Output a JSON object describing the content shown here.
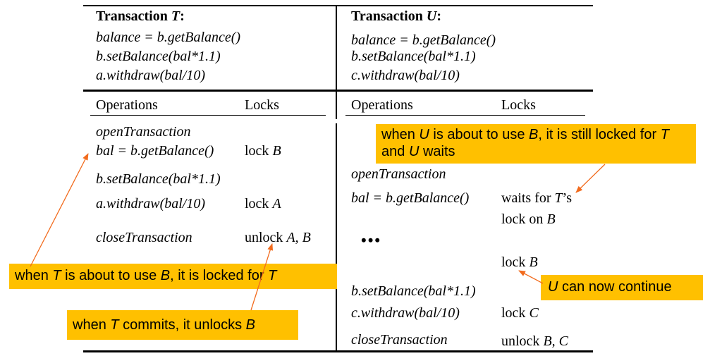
{
  "left": {
    "title_prefix": "Transaction ",
    "title_name": "T",
    "title_suffix": ":",
    "code": [
      "balance = b.getBalance()",
      "b.setBalance(bal*1.1)",
      "a.withdraw(bal/10)"
    ],
    "col_ops": "Operations",
    "col_locks": "Locks",
    "ops": [
      "openTransaction",
      "bal =  b.getBalance()",
      "b.setBalance(bal*1.1)",
      "a.withdraw(bal/10)",
      "closeTransaction"
    ],
    "locks": {
      "lock_b_prefix": "lock ",
      "lock_b_name": "B",
      "lock_a_prefix": "lock ",
      "lock_a_name": "A",
      "unlock_prefix": "unlock ",
      "unlock_names": "A, B"
    }
  },
  "right": {
    "title_prefix": "Transaction ",
    "title_name": "U",
    "title_suffix": ":",
    "code": [
      "balance = b.getBalance()",
      "b.setBalance(bal*1.1)",
      "c.withdraw(bal/10)"
    ],
    "col_ops": "Operations",
    "col_locks": "Locks",
    "ops": [
      "openTransaction",
      "bal =  b.getBalance()",
      "b.setBalance(bal*1.1)",
      "c.withdraw(bal/10)",
      "closeTransaction"
    ],
    "ellipsis": "•••",
    "locks": {
      "waits_prefix": "waits for ",
      "waits_name": "T",
      "waits_suffix": "’s",
      "lock_on_prefix": "lock on ",
      "lock_on_name": "B",
      "lock_b_prefix": "lock ",
      "lock_b_name": "B",
      "lock_c_prefix": "lock ",
      "lock_c_name": "C",
      "unlock_prefix": "unlock ",
      "unlock_names": "B, C"
    }
  },
  "callouts": {
    "u_waits": {
      "p1": "when ",
      "v1": "U",
      "p2": " is about to use ",
      "v2": "B",
      "p3": ", it is still locked for ",
      "v3": "T",
      "line2_v": "and ",
      "line2_n": "U",
      "line2_s": " waits"
    },
    "t_locked": {
      "p1": "when ",
      "v1": "T",
      "p2": " is about to use ",
      "v2": "B",
      "p3": ", it is locked for ",
      "v3": "T"
    },
    "t_commits": {
      "p1": "when ",
      "v1": "T",
      "p2": " commits, it unlocks ",
      "v2": "B"
    },
    "u_continue": {
      "v1": "U",
      "p1": " can now continue"
    }
  },
  "colors": {
    "callout_bg": "#ffc000",
    "arrow": "#f26b1d",
    "rule": "#000000"
  }
}
